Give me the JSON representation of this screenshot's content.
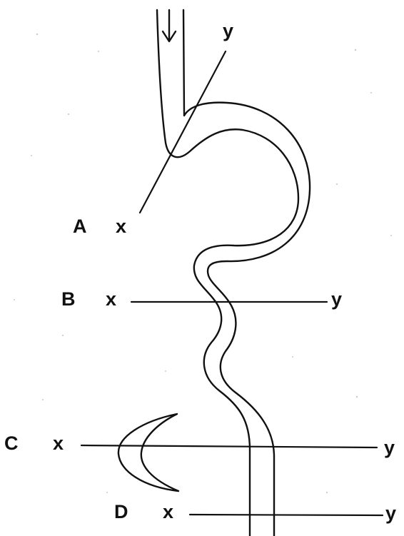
{
  "sections": [
    {
      "letter": "A",
      "end_left": "x",
      "end_right": "y"
    },
    {
      "letter": "B",
      "end_left": "x",
      "end_right": "y"
    },
    {
      "letter": "C",
      "end_left": "x",
      "end_right": "y"
    },
    {
      "letter": "D",
      "end_left": "x",
      "end_right": "y"
    }
  ],
  "colors": {
    "ink": "#111111",
    "background": "#ffffff"
  },
  "icons": {
    "flow_arrow": "arrow-down-icon"
  }
}
